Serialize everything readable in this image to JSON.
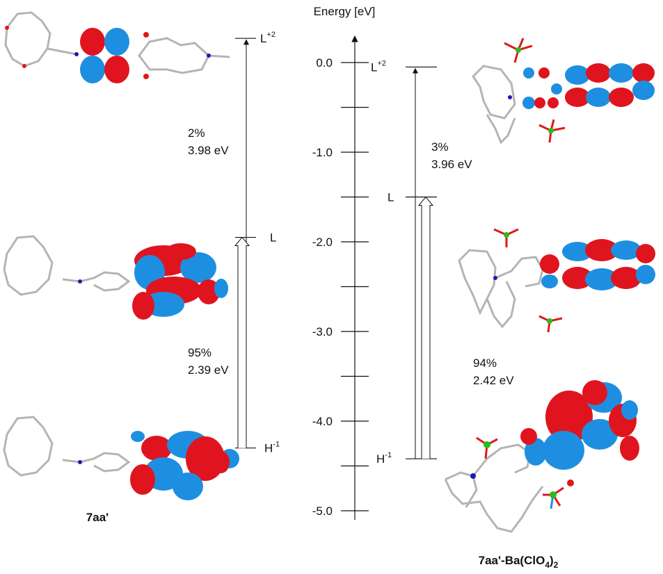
{
  "axis": {
    "title": "Energy [eV]",
    "ticks": [
      {
        "value": 0.0,
        "label": "0.0"
      },
      {
        "value": -1.0,
        "label": "-1.0"
      },
      {
        "value": -2.0,
        "label": "-2.0"
      },
      {
        "value": -3.0,
        "label": "-3.0"
      },
      {
        "value": -4.0,
        "label": "-4.0"
      },
      {
        "value": -5.0,
        "label": "-5.0"
      }
    ],
    "minor_step": 0.5,
    "range": [
      -5.1,
      0.7
    ]
  },
  "left_panel": {
    "compound": "7aa'",
    "levels": {
      "lumo2": {
        "main": "L",
        "sup": "+2",
        "energy": 0.27
      },
      "lumo": {
        "main": "L",
        "energy": -1.95
      },
      "homo1": {
        "main": "H",
        "sup": "-1",
        "energy": -4.3
      }
    },
    "transition_high": {
      "percent": "2%",
      "energy": "3.98 eV"
    },
    "transition_low": {
      "percent": "95%",
      "energy": "2.39 eV"
    }
  },
  "right_panel": {
    "compound_prefix": "7aa'-Ba(ClO",
    "compound_sub": "4",
    "compound_suffix": ")",
    "compound_sub2": "2",
    "levels": {
      "lumo2": {
        "main": "L",
        "sup": "+2",
        "energy": -0.05
      },
      "lumo": {
        "main": "L",
        "energy": -1.5
      },
      "homo1": {
        "main": "H",
        "sup": "-1",
        "energy": -4.42
      }
    },
    "transition_high": {
      "percent": "3%",
      "energy": "3.96 eV"
    },
    "transition_low": {
      "percent": "94%",
      "energy": "2.42 eV"
    }
  },
  "colors": {
    "orbital_positive": "#e0141e",
    "orbital_negative": "#1e8fe0",
    "bond": "#b4b4b4",
    "oxygen": "#e01818",
    "nitrogen": "#1a1ab4",
    "chlorine": "#22c01e"
  }
}
